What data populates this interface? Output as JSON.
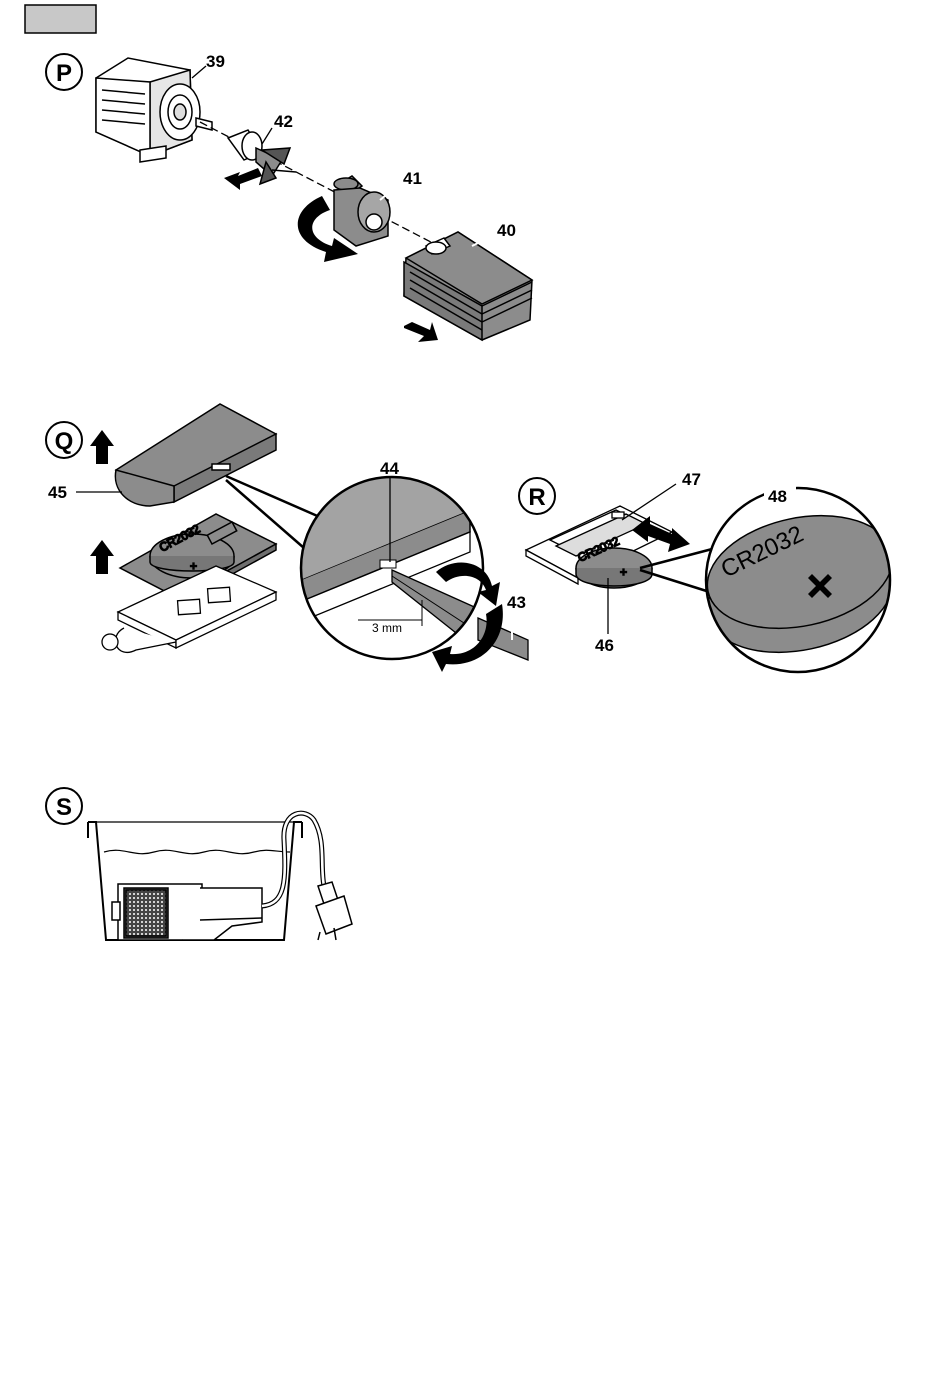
{
  "header": {
    "tab_color": "#c8c8c8"
  },
  "sections": {
    "P": {
      "badge": "P",
      "labels": {
        "l39": "39",
        "l40": "40",
        "l41": "41",
        "l42": "42"
      }
    },
    "Q": {
      "badge": "Q",
      "labels": {
        "l43": "43",
        "l44": "44",
        "l45": "45"
      },
      "gap_note": "3 mm"
    },
    "R": {
      "badge": "R",
      "labels": {
        "l46": "46",
        "l47": "47",
        "l48": "48"
      },
      "battery_text": "CR2032",
      "battery_plus": "+"
    },
    "S": {
      "badge": "S"
    }
  },
  "colors": {
    "ink": "#000000",
    "housing_gray": "#8c8c8c",
    "light_gray": "#d9d9d9",
    "paper": "#ffffff"
  }
}
